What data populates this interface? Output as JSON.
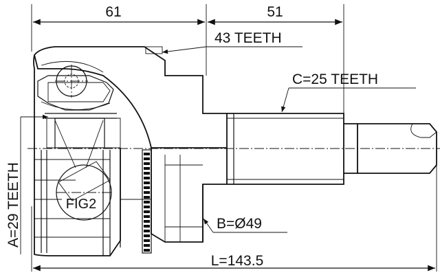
{
  "drawing": {
    "dimensions": {
      "left_length": "61",
      "right_length": "51",
      "total_length": "L=143.5"
    },
    "callouts": {
      "abs_teeth": "43 TEETH",
      "spline_c": "C=25 TEETH",
      "spline_a": "A=29 TEETH",
      "diameter_b": "B=Ø49",
      "fig_label": "FIG2"
    }
  }
}
